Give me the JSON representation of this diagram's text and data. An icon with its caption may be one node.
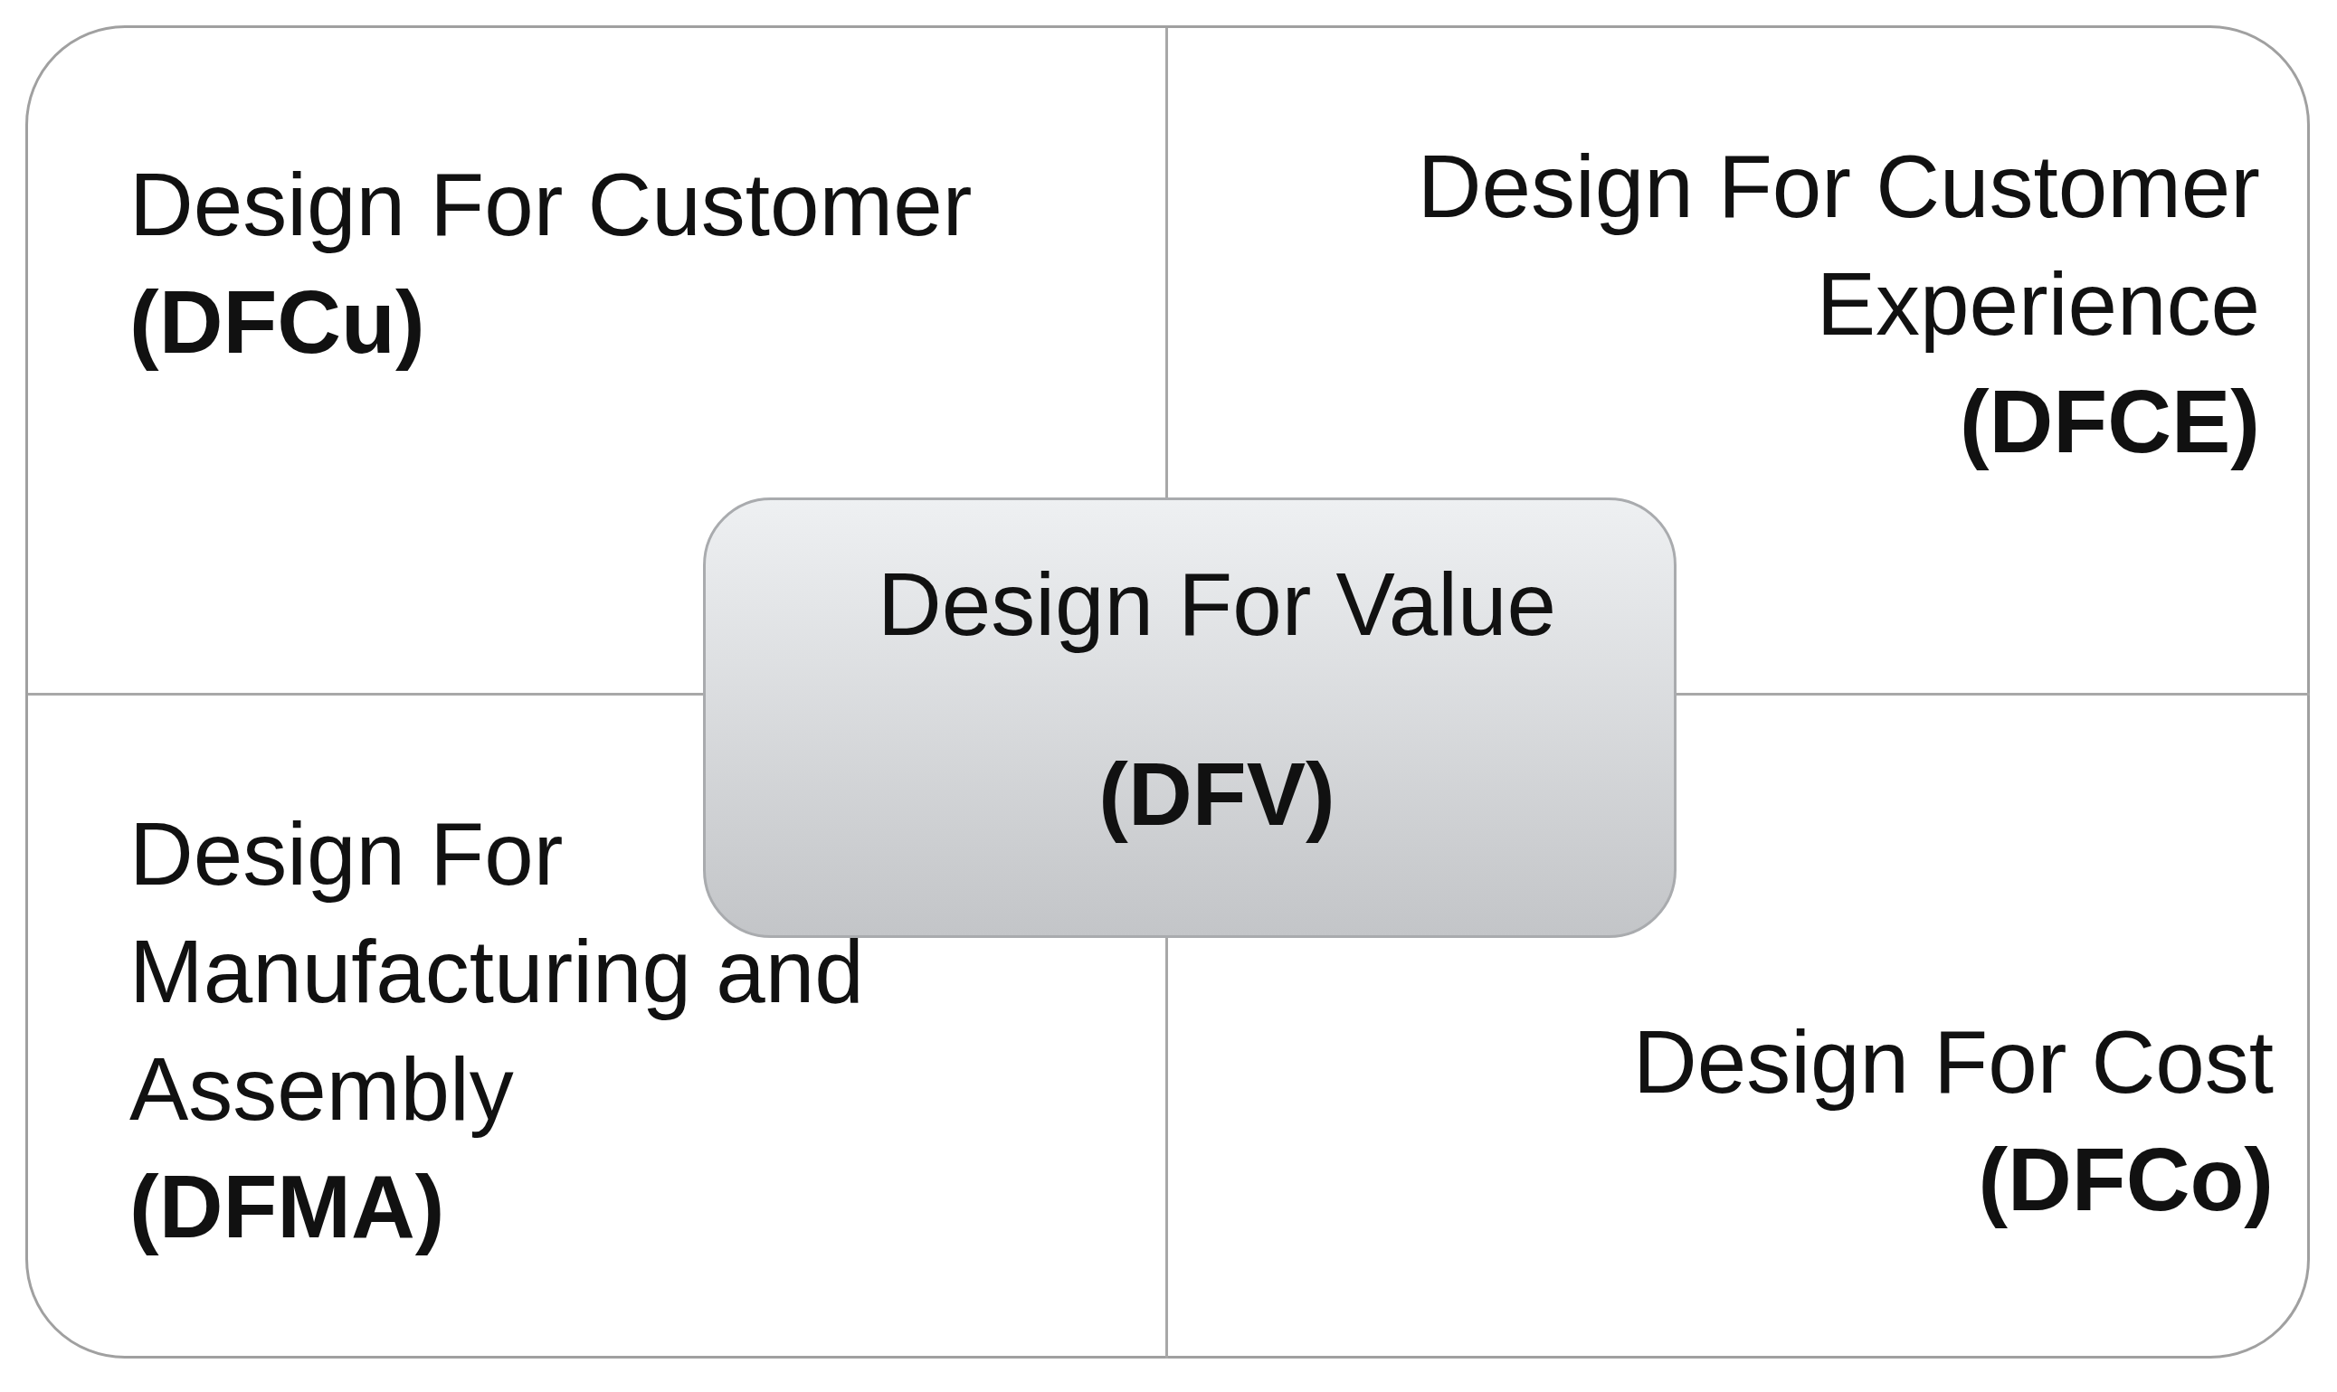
{
  "diagram": {
    "nodes": [
      {
        "text": [],
        "shape": "box"
      },
      {
        "text": [
          "Design For Customer",
          "(DFCu)"
        ],
        "in": 0
      },
      {
        "text": [
          "Design For Customer Experience",
          "(DFCE)"
        ],
        "in": 0
      },
      {
        "text": [
          "Design For Value",
          "(DFV)"
        ],
        "in": 0
      },
      {
        "text": [
          "Design For Manufacturing and Assembly",
          "(DFMA)"
        ],
        "in": 0
      },
      {
        "text": [
          "Design For Cost",
          "(DFCo)"
        ],
        "in": 0
      }
    ]
  }
}
